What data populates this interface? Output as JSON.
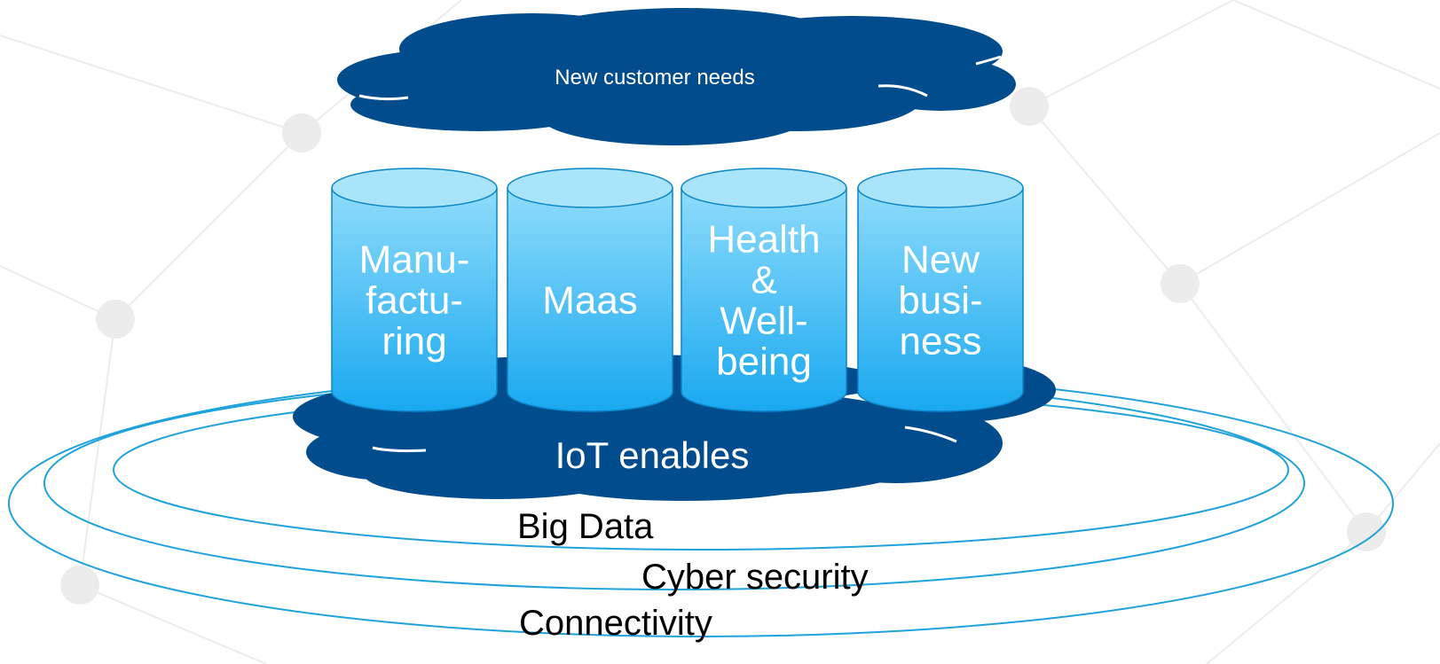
{
  "top_cloud": {
    "label": "New customer needs"
  },
  "bottom_cloud": {
    "label": "IoT enables"
  },
  "pillars": [
    {
      "lines": [
        "Manu-",
        "factu-",
        "ring"
      ]
    },
    {
      "lines": [
        "Maas"
      ]
    },
    {
      "lines": [
        "Health",
        "&",
        "Well-",
        "being"
      ]
    },
    {
      "lines": [
        "New",
        "busi-",
        "ness"
      ]
    }
  ],
  "rings": [
    {
      "label": "Big Data"
    },
    {
      "label": "Cyber security"
    },
    {
      "label": "Connectivity"
    }
  ],
  "colors": {
    "cloud": "#004c8c",
    "ring_stroke": "#1fa2dc",
    "pillar_top": "#a9e4fb",
    "pillar_body_light": "#8fdcfb",
    "pillar_body_dark": "#19a8f0",
    "pillar_outline": "#0a86c8",
    "network": "#ececec"
  }
}
